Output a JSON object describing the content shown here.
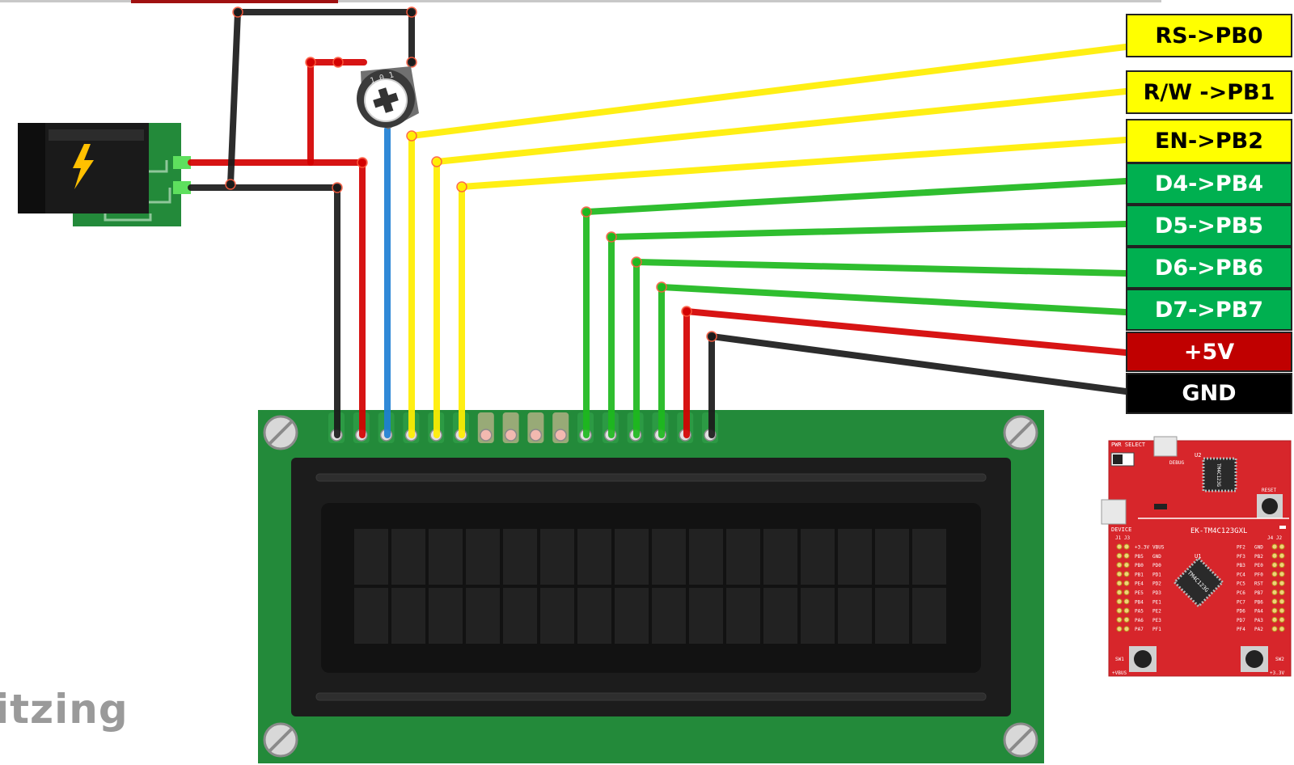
{
  "watermark": "itzing",
  "pin_labels": [
    {
      "text": "RS->PB0",
      "bg": "#ffff00",
      "fg": "#000000"
    },
    {
      "text": "R/W ->PB1",
      "bg": "#ffff00",
      "fg": "#000000"
    },
    {
      "text": "EN->PB2",
      "bg": "#ffff00",
      "fg": "#000000"
    },
    {
      "text": "D4->PB4",
      "bg": "#00b050",
      "fg": "#ffffff"
    },
    {
      "text": "D5->PB5",
      "bg": "#00b050",
      "fg": "#ffffff"
    },
    {
      "text": "D6->PB6",
      "bg": "#00b050",
      "fg": "#ffffff"
    },
    {
      "text": "D7->PB7",
      "bg": "#00b050",
      "fg": "#ffffff"
    },
    {
      "text": "+5V",
      "bg": "#c00000",
      "fg": "#ffffff"
    },
    {
      "text": "GND",
      "bg": "#000000",
      "fg": "#ffffff"
    }
  ],
  "board": {
    "name": "EK-TM4C123GXL",
    "pwr_select": "PWR SELECT",
    "debug": "DEBUG",
    "device": "DEVICE",
    "reset": "RESET",
    "u1": "U1",
    "u2": "U2",
    "chip": "TM4C123G",
    "sw1": "SW1",
    "sw2": "SW2",
    "vbus_bottom": "+VBUS",
    "v33_bottom": "+3.3V",
    "header_left": "J1 J3",
    "header_right": "J4 J2",
    "left_pins": [
      [
        "+3.3V",
        "VBUS"
      ],
      [
        "PB5",
        "GND"
      ],
      [
        "PB0",
        "PD0"
      ],
      [
        "PB1",
        "PD1"
      ],
      [
        "PE4",
        "PD2"
      ],
      [
        "PE5",
        "PD3"
      ],
      [
        "PB4",
        "PE1"
      ],
      [
        "PA5",
        "PE2"
      ],
      [
        "PA6",
        "PE3"
      ],
      [
        "PA7",
        "PF1"
      ]
    ],
    "right_pins": [
      [
        "PF2",
        "GND"
      ],
      [
        "PF3",
        "PB2"
      ],
      [
        "PB3",
        "PE0"
      ],
      [
        "PC4",
        "PF0"
      ],
      [
        "PC5",
        "RST"
      ],
      [
        "PC6",
        "PB7"
      ],
      [
        "PC7",
        "PB6"
      ],
      [
        "PD6",
        "PA4"
      ],
      [
        "PD7",
        "PA3"
      ],
      [
        "PF4",
        "PA2"
      ]
    ]
  },
  "colors": {
    "wire_black": "#1a1a1a",
    "wire_red": "#d40000",
    "wire_blue": "#1e7fd4",
    "wire_yellow": "#ffee00",
    "wire_green": "#1db81d",
    "pcb_green": "#238a3a",
    "lcd_bezel": "#1c1c1c",
    "tiva_red": "#d7262b"
  }
}
